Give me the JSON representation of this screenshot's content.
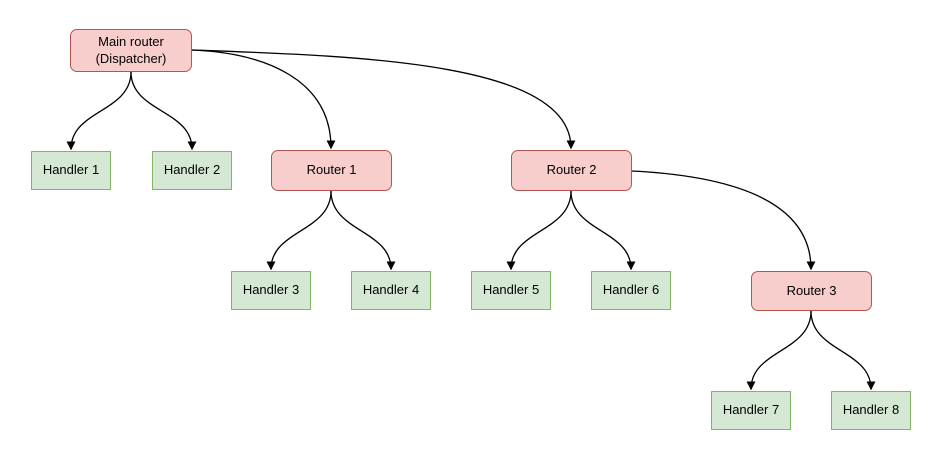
{
  "diagram": {
    "background": "#ffffff",
    "colors": {
      "router_fill": "#f8cecc",
      "router_stroke": "#b85450",
      "handler_fill": "#d5e8d4",
      "handler_stroke": "#82b366",
      "edge_stroke": "#000000",
      "text": "#000000"
    },
    "nodes": [
      {
        "id": "main-router",
        "label": "Main router\n(Dispatcher)",
        "kind": "router"
      },
      {
        "id": "handler-1",
        "label": "Handler 1",
        "kind": "handler"
      },
      {
        "id": "handler-2",
        "label": "Handler 2",
        "kind": "handler"
      },
      {
        "id": "router-1",
        "label": "Router 1",
        "kind": "router"
      },
      {
        "id": "router-2",
        "label": "Router 2",
        "kind": "router"
      },
      {
        "id": "handler-3",
        "label": "Handler 3",
        "kind": "handler"
      },
      {
        "id": "handler-4",
        "label": "Handler 4",
        "kind": "handler"
      },
      {
        "id": "handler-5",
        "label": "Handler 5",
        "kind": "handler"
      },
      {
        "id": "handler-6",
        "label": "Handler 6",
        "kind": "handler"
      },
      {
        "id": "router-3",
        "label": "Router 3",
        "kind": "router"
      },
      {
        "id": "handler-7",
        "label": "Handler 7",
        "kind": "handler"
      },
      {
        "id": "handler-8",
        "label": "Handler 8",
        "kind": "handler"
      }
    ],
    "edges": [
      {
        "from": "main-router",
        "to": "handler-1"
      },
      {
        "from": "main-router",
        "to": "handler-2"
      },
      {
        "from": "main-router",
        "to": "router-1"
      },
      {
        "from": "main-router",
        "to": "router-2"
      },
      {
        "from": "router-1",
        "to": "handler-3"
      },
      {
        "from": "router-1",
        "to": "handler-4"
      },
      {
        "from": "router-2",
        "to": "handler-5"
      },
      {
        "from": "router-2",
        "to": "handler-6"
      },
      {
        "from": "router-2",
        "to": "router-3"
      },
      {
        "from": "router-3",
        "to": "handler-7"
      },
      {
        "from": "router-3",
        "to": "handler-8"
      }
    ]
  }
}
